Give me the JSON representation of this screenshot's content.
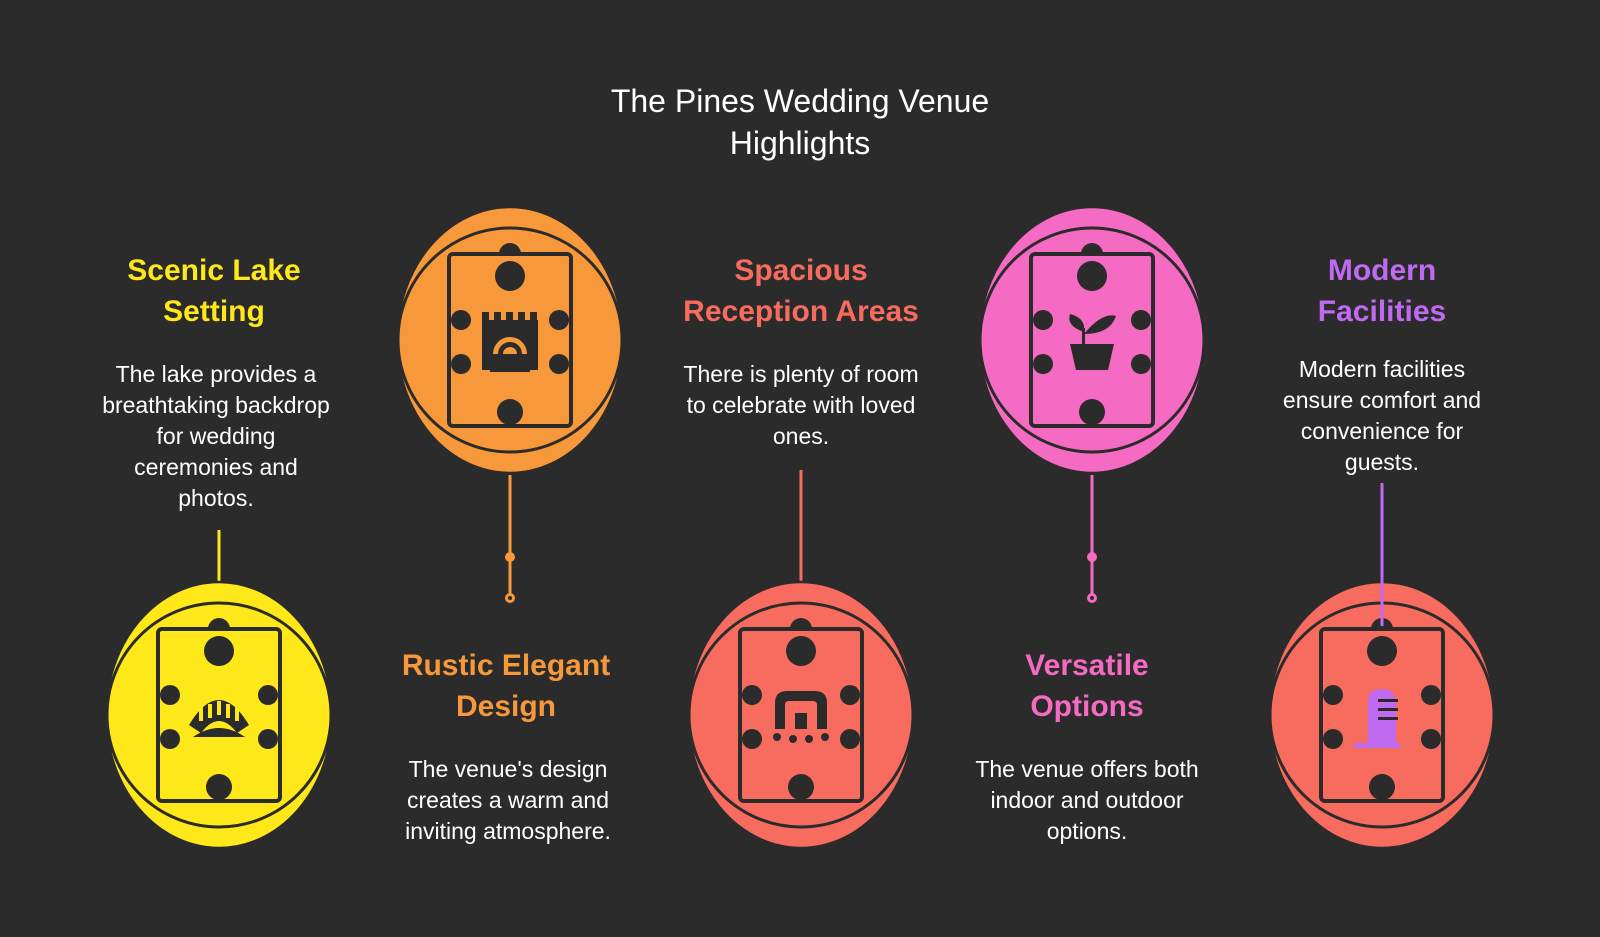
{
  "title": {
    "line1": "The Pines Wedding Venue",
    "line2": "Highlights"
  },
  "colors": {
    "background": "#2b2b2b",
    "dark": "#2b2b2b",
    "yellow": "#ffe81a",
    "orange": "#f7993a",
    "coral": "#f76c5e",
    "pink": "#f56ac2",
    "purple": "#c06af2"
  },
  "items": [
    {
      "heading": [
        "Scenic Lake",
        "Setting"
      ],
      "description": [
        "The lake provides a",
        "breathtaking backdrop",
        "for wedding",
        "ceremonies and",
        "photos."
      ],
      "icon": "lake-arch-icon",
      "color": "yellow"
    },
    {
      "heading": [
        "Rustic Elegant",
        "Design"
      ],
      "description": [
        "The venue's design",
        "creates a warm and",
        "inviting atmosphere."
      ],
      "icon": "rustic-building-icon",
      "color": "orange"
    },
    {
      "heading": [
        "Spacious",
        "Reception Areas"
      ],
      "description": [
        "There is plenty of room",
        "to celebrate with loved",
        "ones."
      ],
      "icon": "reception-hall-icon",
      "color": "coral"
    },
    {
      "heading": [
        "Versatile",
        "Options"
      ],
      "description": [
        "The venue offers both",
        "indoor and outdoor",
        "options."
      ],
      "icon": "plant-pot-icon",
      "color": "pink"
    },
    {
      "heading": [
        "Modern",
        "Facilities"
      ],
      "description": [
        "Modern facilities",
        "ensure comfort and",
        "convenience for",
        "guests."
      ],
      "icon": "modern-facility-icon",
      "color": "purple",
      "circle_color": "coral"
    }
  ]
}
